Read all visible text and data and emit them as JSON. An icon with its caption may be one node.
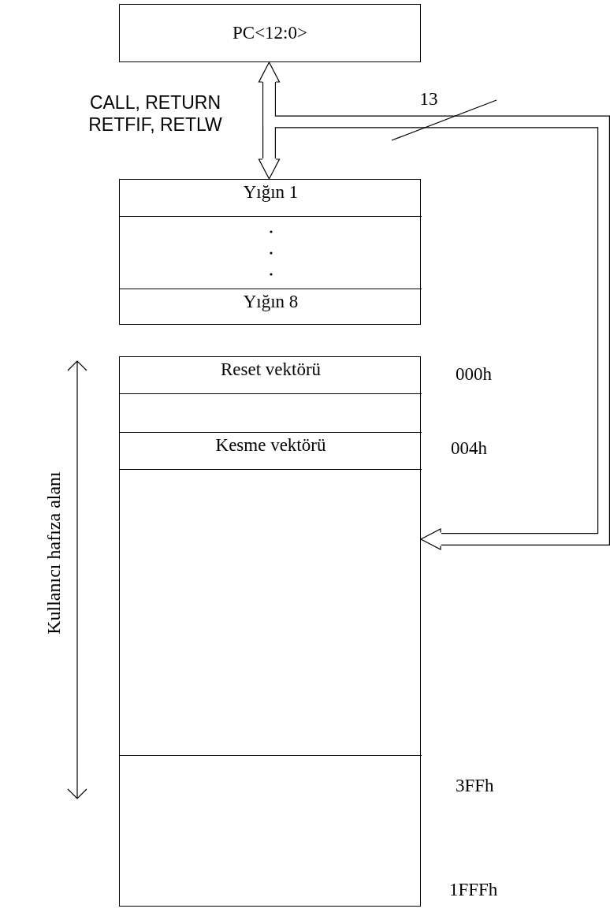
{
  "diagram": {
    "nodes": [
      {
        "text": [
          "PC<12:0>"
        ]
      },
      {
        "text": [],
        "shape": "box"
      },
      {
        "text": [
          "Yığın 1"
        ],
        "in": 1
      },
      {
        "text": [],
        "shape": "box",
        "in": 1
      },
      {
        "text": [
          "Yığın 8"
        ],
        "in": 1
      },
      {
        "text": [],
        "shape": "box"
      },
      {
        "text": [
          "Reset vektörü"
        ],
        "in": 5
      },
      {
        "text": [],
        "shape": "box",
        "in": 5
      },
      {
        "text": [
          "Kesme vektörü"
        ],
        "in": 5,
        "beside": [
          "004h"
        ]
      },
      {
        "text": [],
        "shape": "box",
        "in": 5,
        "beside": [
          "3FFh"
        ]
      },
      {
        "text": [],
        "shape": "box",
        "in": 5,
        "beside": [
          "1FFFh"
        ]
      }
    ],
    "edges": [
      {
        "from": 0,
        "to": 2,
        "arrow": "both",
        "label": "CALL, RETURN RETFIF, RETLW"
      },
      {
        "from": 0,
        "to": 9,
        "arrow": "to",
        "label": "13"
      }
    ],
    "labels": [
      "000h",
      "Kullanıcı hafıza alanı"
    ]
  }
}
